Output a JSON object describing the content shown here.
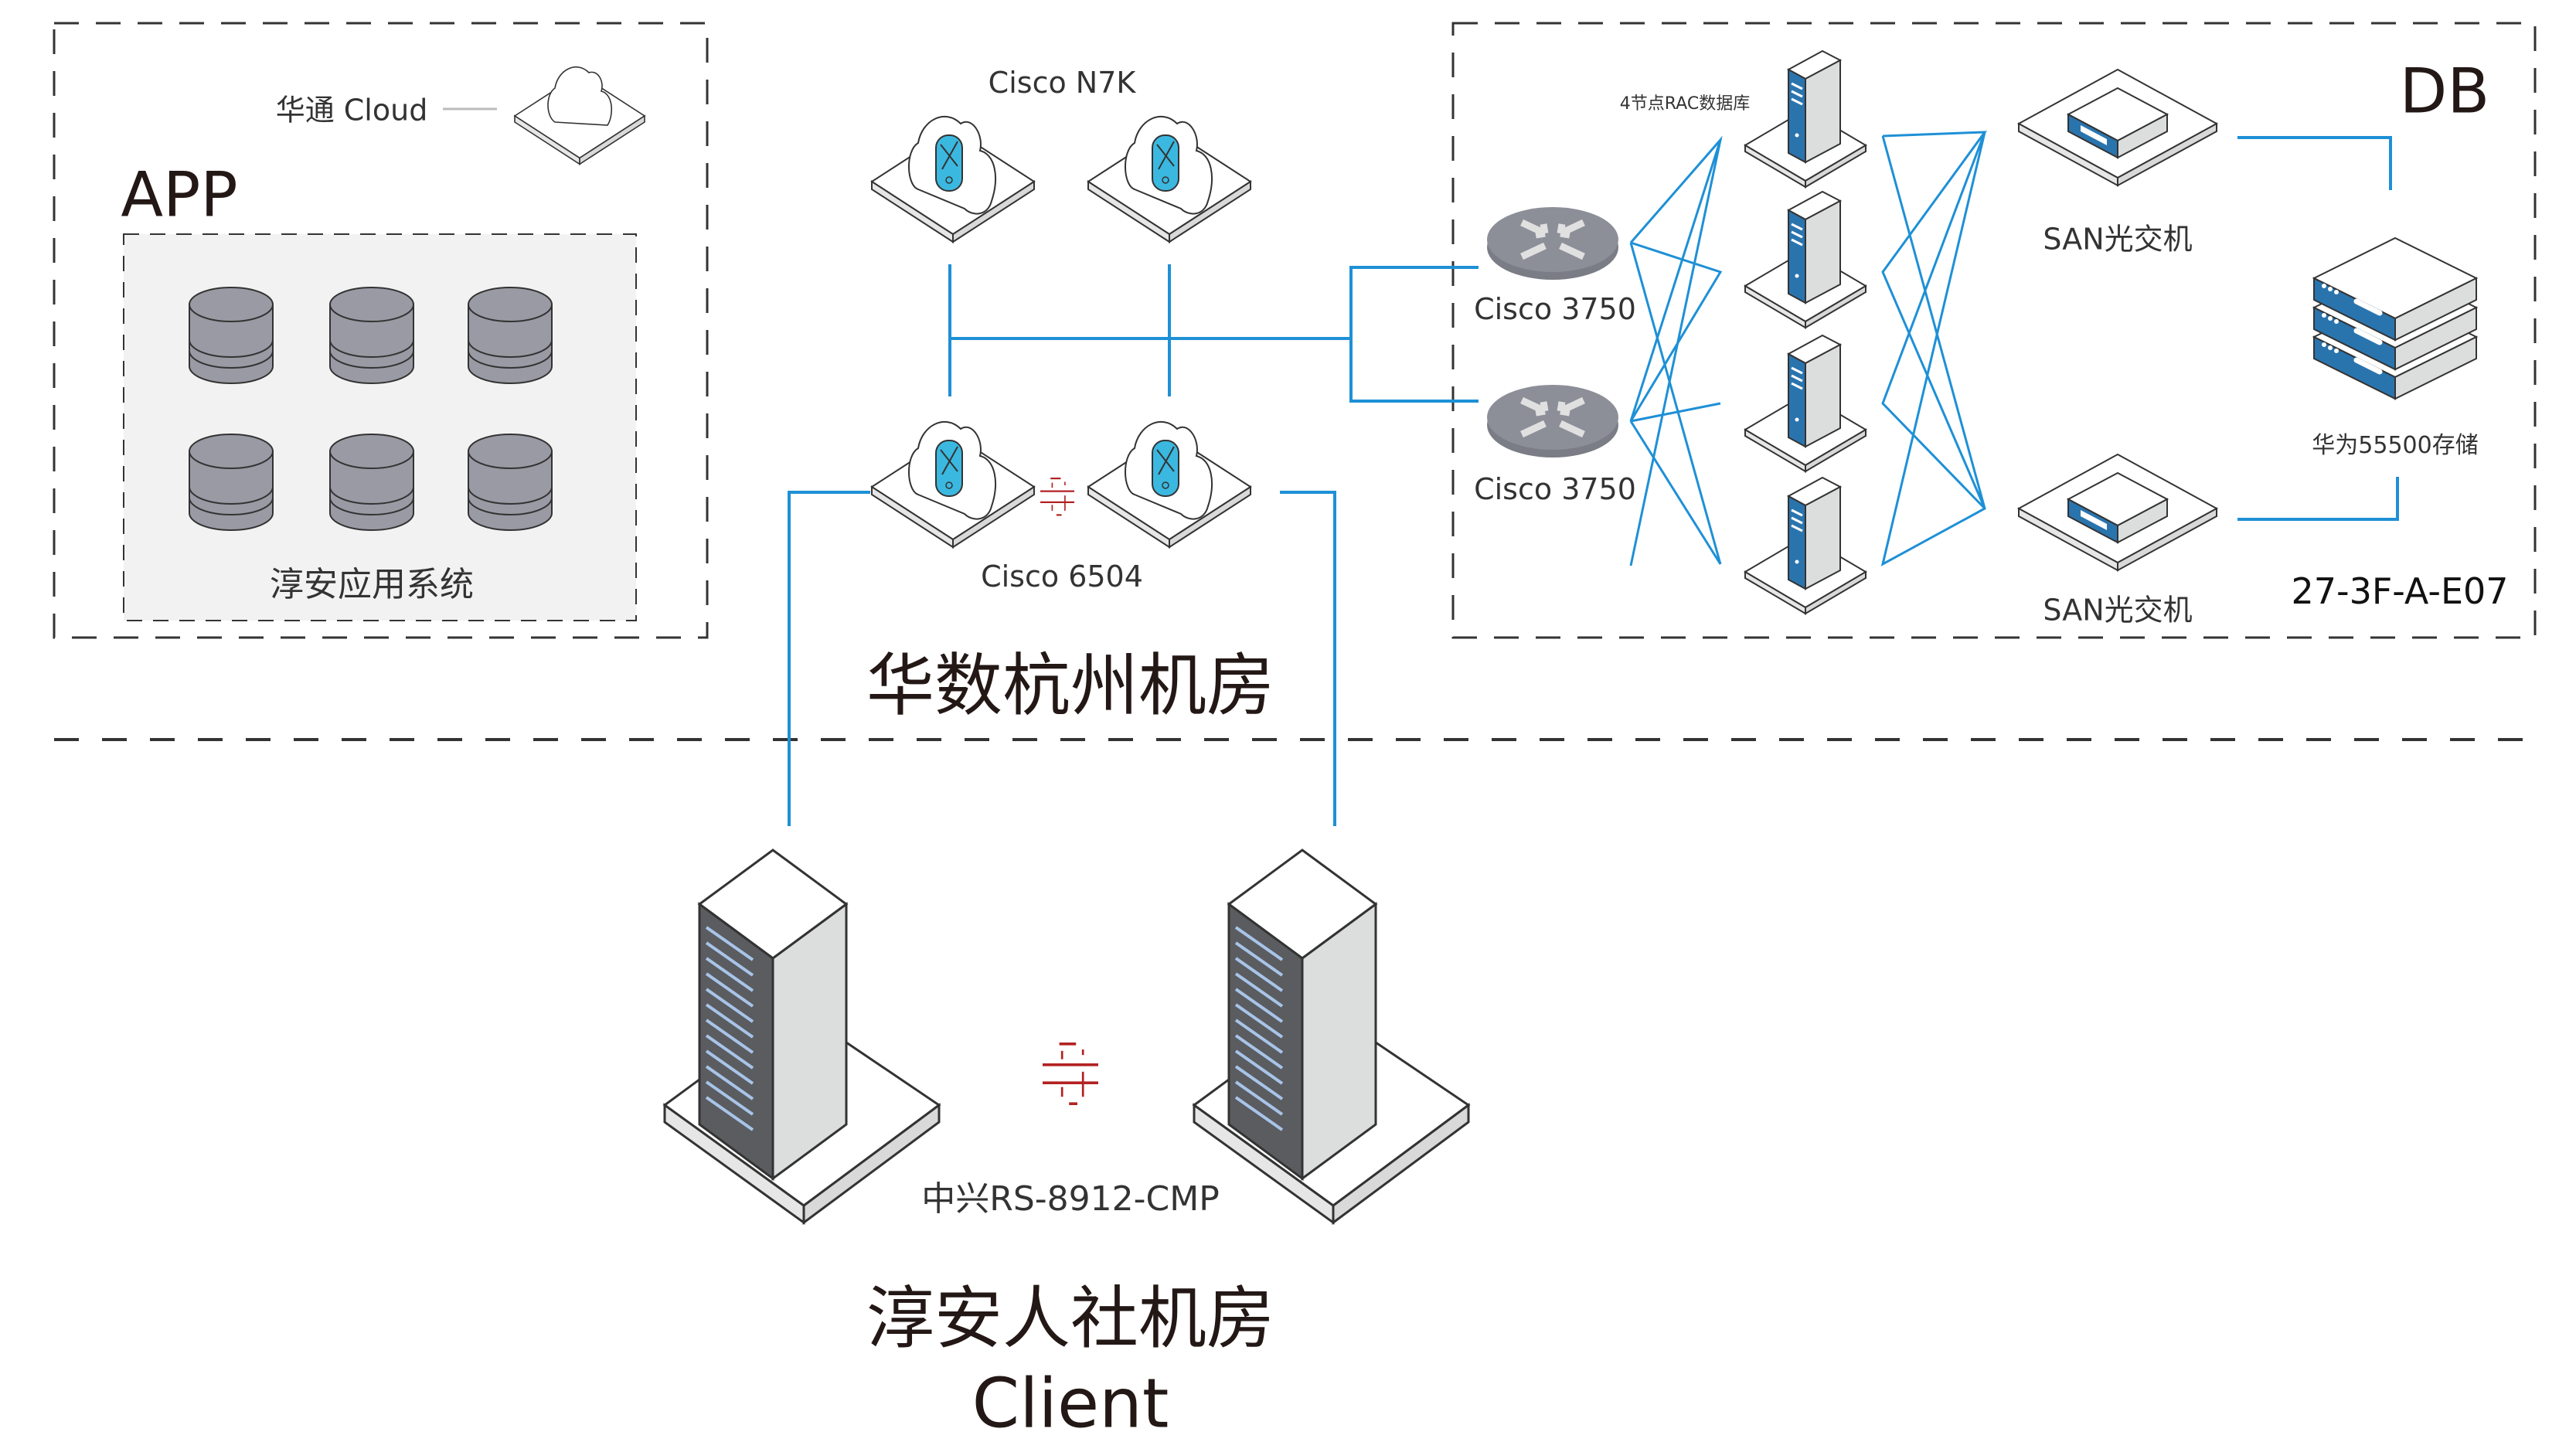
{
  "colors": {
    "link_blue": "#1e90d6",
    "dash_gray": "#333333",
    "db_fill": "#9a9aa5",
    "panel_bg": "#f2f2f2",
    "device_blue": "#2a74ae",
    "router_gray": "#8c8e98",
    "cloud_cyan": "#3bb8e0",
    "ha_red": "#b22222"
  },
  "app_zone": {
    "title": "APP",
    "cloud_label": "华通 Cloud",
    "cloud_icon": "cloud-icon",
    "system_label": "淳安应用系统",
    "database_count": 6,
    "database_icon": "database-cylinder-icon"
  },
  "core_zone": {
    "title": "华数杭州机房",
    "n7k_label": "Cisco N7K",
    "c6504_label": "Cisco 6504",
    "switch_icon": "cloud-switch-icon"
  },
  "db_zone": {
    "title": "DB",
    "rack_location": "27-3F-A-E07",
    "rac_label": "4节点RAC数据库",
    "rac_node_count": 4,
    "router_labels": [
      "Cisco 3750",
      "Cisco 3750"
    ],
    "san_labels": [
      "SAN光交机",
      "SAN光交机"
    ],
    "storage_label": "华为55500存储"
  },
  "client_zone": {
    "title": "淳安人社机房",
    "subtitle": "Client",
    "server_label": "中兴RS-8912-CMP",
    "server_icon": "tower-server-icon"
  }
}
